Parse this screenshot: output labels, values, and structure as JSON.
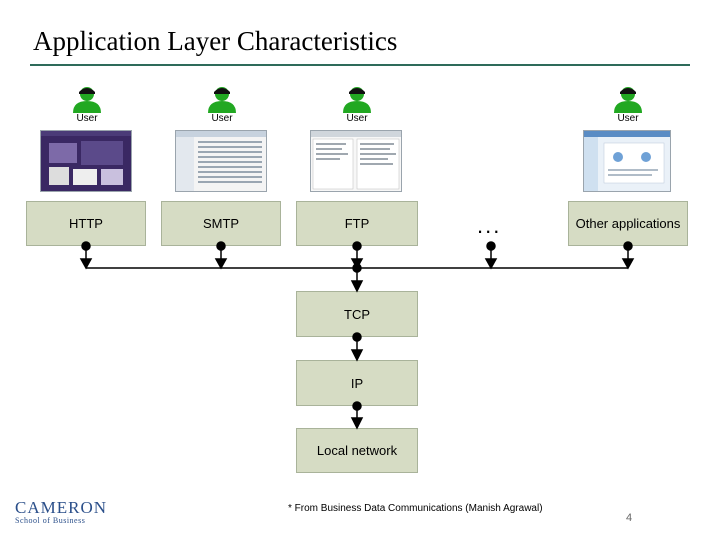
{
  "slide": {
    "title": "Application Layer Characteristics",
    "footnote": "* From Business Data Communications (Manish Agrawal)",
    "page_number": "4",
    "logo": {
      "main": "CAMERON",
      "sub": "School of Business"
    }
  },
  "users": [
    {
      "label": "User"
    },
    {
      "label": "User"
    },
    {
      "label": "User"
    },
    {
      "label": "User"
    }
  ],
  "applications": [
    {
      "label": "HTTP"
    },
    {
      "label": "SMTP"
    },
    {
      "label": "FTP"
    },
    {
      "label": "Other applications"
    }
  ],
  "ellipsis": "...",
  "stack": [
    {
      "label": "TCP"
    },
    {
      "label": "IP"
    },
    {
      "label": "Local network"
    }
  ],
  "colors": {
    "box_fill": "#d6dcc4",
    "user_icon": "#22a822",
    "title_rule": "#2e6b5a",
    "logo": "#2b4f8a"
  }
}
